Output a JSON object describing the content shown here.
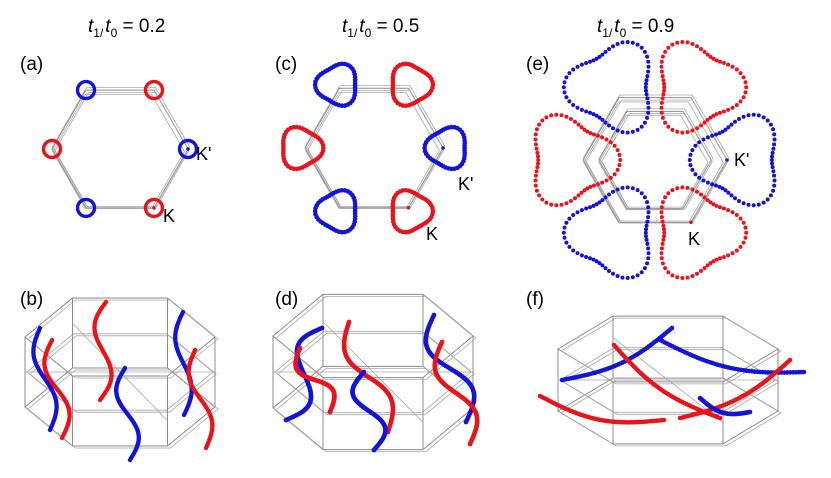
{
  "titles": [
    {
      "t1": "t",
      "s1": "1/",
      "t2": "t",
      "s2": "0",
      "rest": " = 0.2"
    },
    {
      "t1": "t",
      "s1": "1/",
      "t2": "t",
      "s2": "0",
      "rest": " = 0.5"
    },
    {
      "t1": "t",
      "s1": "1/",
      "t2": "t",
      "s2": "0",
      "rest": " = 0.9"
    }
  ],
  "panels": {
    "a": {
      "label": "(a)",
      "ratio": 0.2,
      "k_label": "K",
      "kp_label": "K'"
    },
    "b": {
      "label": "(b)",
      "ratio": 0.2
    },
    "c": {
      "label": "(c)",
      "ratio": 0.5,
      "k_label": "K",
      "kp_label": "K'"
    },
    "d": {
      "label": "(d)",
      "ratio": 0.5
    },
    "e": {
      "label": "(e)",
      "ratio": 0.9,
      "k_label": "K",
      "kp_label": "K'"
    },
    "f": {
      "label": "(f)",
      "ratio": 0.9
    }
  },
  "colors": {
    "red": "#e8141b",
    "blue": "#1414d6",
    "wire": "#8c8c8c"
  }
}
